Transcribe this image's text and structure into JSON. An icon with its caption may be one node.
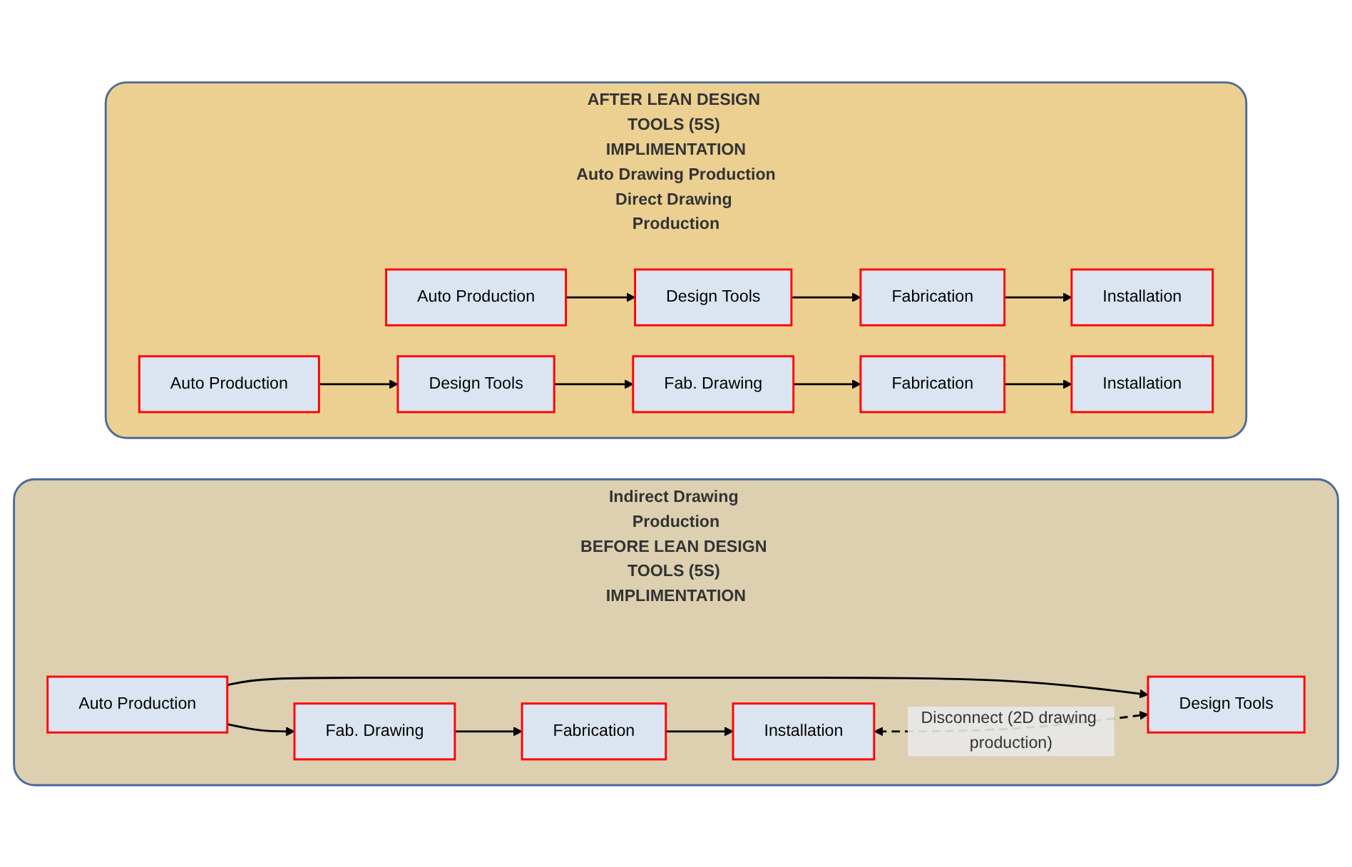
{
  "diagram": {
    "nodes": [
      {
        "text": [
          "AFTER LEAN DESIGN TOOLS (5S) IMPLIMENTATION",
          "Auto Drawing Production",
          "Direct Drawing Production"
        ]
      },
      {
        "text": [
          "Auto Production"
        ],
        "in": 0
      },
      {
        "text": [
          "Design Tools"
        ],
        "in": 0
      },
      {
        "text": [
          "Fabrication"
        ],
        "in": 0
      },
      {
        "text": [
          "Installation"
        ],
        "in": 0
      },
      {
        "text": [
          "Auto Production"
        ],
        "in": 0
      },
      {
        "text": [
          "Design Tools"
        ],
        "in": 0
      },
      {
        "text": [
          "Fab. Drawing"
        ],
        "in": 0
      },
      {
        "text": [
          "Fabrication"
        ],
        "in": 0
      },
      {
        "text": [
          "Installation"
        ],
        "in": 0
      },
      {
        "text": [
          "Indirect Drawing Production",
          "BEFORE LEAN DESIGN TOOLS (5S) IMPLIMENTATION"
        ]
      },
      {
        "text": [
          "Auto Production"
        ],
        "in": 10
      },
      {
        "text": [
          "Fab. Drawing"
        ],
        "in": 10
      },
      {
        "text": [
          "Fabrication"
        ],
        "in": 10
      },
      {
        "text": [
          "Installation"
        ],
        "in": 10
      },
      {
        "text": [
          "Design Tools"
        ],
        "in": 10
      }
    ],
    "edges": [
      {
        "from": 1,
        "to": 2,
        "arrow": "to"
      },
      {
        "from": 2,
        "to": 3,
        "arrow": "to"
      },
      {
        "from": 3,
        "to": 4,
        "arrow": "to"
      },
      {
        "from": 5,
        "to": 6,
        "arrow": "to"
      },
      {
        "from": 6,
        "to": 7,
        "arrow": "to"
      },
      {
        "from": 7,
        "to": 8,
        "arrow": "to"
      },
      {
        "from": 8,
        "to": 9,
        "arrow": "to"
      },
      {
        "from": 11,
        "to": 12,
        "arrow": "to"
      },
      {
        "from": 12,
        "to": 13,
        "arrow": "to"
      },
      {
        "from": 13,
        "to": 14,
        "arrow": "to"
      },
      {
        "from": 11,
        "to": 15,
        "arrow": "to"
      },
      {
        "from": 14,
        "to": 15,
        "arrow": "both",
        "style": "dashed",
        "label": "Disconnect (2D drawing production)"
      }
    ]
  }
}
